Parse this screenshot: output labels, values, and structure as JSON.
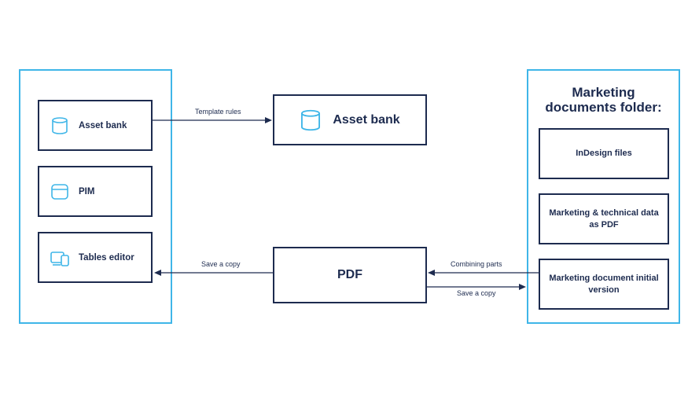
{
  "left_panel": {
    "items": [
      {
        "label": "Asset bank",
        "icon": "database-icon"
      },
      {
        "label": "PIM",
        "icon": "window-icon"
      },
      {
        "label": "Tables editor",
        "icon": "devices-icon"
      }
    ]
  },
  "center": {
    "asset_bank_label": "Asset bank",
    "pdf_label": "PDF"
  },
  "right_panel": {
    "title": "Marketing documents folder:",
    "items": [
      {
        "label": "InDesign files"
      },
      {
        "label": "Marketing & technical data as PDF"
      },
      {
        "label": "Marketing document initial version"
      }
    ]
  },
  "connectors": {
    "template_rules": "Template rules",
    "save_copy_left": "Save a copy",
    "combining_parts": "Combining parts",
    "save_copy_right": "Save a copy"
  },
  "colors": {
    "accent": "#3fb6e8",
    "dark": "#1d2b4f"
  }
}
